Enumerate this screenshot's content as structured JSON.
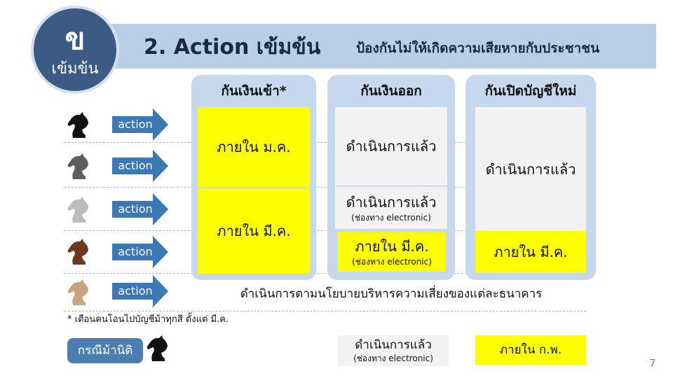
{
  "badge": {
    "letter": "ข",
    "text": "เข้มข้น"
  },
  "header": {
    "title": "2. Action เข้มข้น",
    "subtitle": "ป้องกันไม่ให้เกิดความเสียหายกับประชาชน"
  },
  "columns": [
    {
      "header": "กันเงินเข้า*"
    },
    {
      "header": "กันเงินออก"
    },
    {
      "header": "กันเปิดบัญชีใหม่"
    }
  ],
  "rows": [
    {
      "action_label": "action",
      "horse_color": "#111111"
    },
    {
      "action_label": "action",
      "horse_color": "#5e5e5e"
    },
    {
      "action_label": "action",
      "horse_color": "#bdbdbd"
    },
    {
      "action_label": "action",
      "horse_color": "#6b3a1e"
    },
    {
      "action_label": "action",
      "horse_color": "#c9a37e"
    }
  ],
  "cells": {
    "in_top": "ภายใน ม.ค.",
    "in_bottom": "ภายใน มี.ค.",
    "out_top": "ดำเนินการแล้ว",
    "out_mid": "ดำเนินการแล้ว",
    "out_mid_sub": "(ช่องทาง electronic)",
    "out_bottom": "ภายใน มี.ค.",
    "out_bottom_sub": "(ช่องทาง electronic)",
    "open_top": "ดำเนินการแล้ว",
    "open_bottom": "ภายใน มี.ค."
  },
  "policy_text": "ดำเนินการตามนโยบายบริหารความเสี่ยงของแต่ละธนาคาร",
  "footnote": "* เตือนคนโอนไปบัญชีม้าทุกสี ตั้งแต่ มี.ค.",
  "bottom": {
    "case_label": "กรณีม้านิติ",
    "case_horse_color": "#111111",
    "done": "ดำเนินการแล้ว",
    "done_sub": "(ช่องทาง electronic)",
    "deadline": "ภายใน ก.พ."
  },
  "page_number": "7",
  "colors": {
    "banner": "#b9cfe6",
    "badge": "#3b5a84",
    "column": "#c6d8ed",
    "highlight": "#ffff00",
    "arrow": "#3b78b4",
    "done_box": "#f2f2f2"
  }
}
